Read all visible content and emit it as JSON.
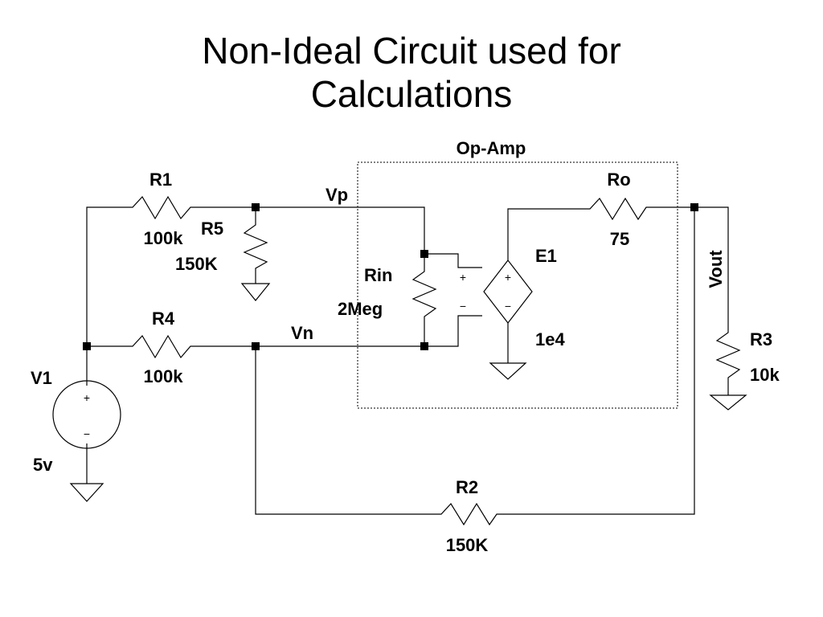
{
  "title": {
    "line1": "Non-Ideal Circuit used for",
    "line2": "Calculations"
  },
  "diagram": {
    "opamp_box_label": "Op-Amp",
    "components": {
      "r1": {
        "name": "R1",
        "value": "100k"
      },
      "r2": {
        "name": "R2",
        "value": "150K"
      },
      "r3": {
        "name": "R3",
        "value": "10k"
      },
      "r4": {
        "name": "R4",
        "value": "100k"
      },
      "r5": {
        "name": "R5",
        "value": "150K"
      },
      "rin": {
        "name": "Rin",
        "value": "2Meg"
      },
      "ro": {
        "name": "Ro",
        "value": "75"
      },
      "e1": {
        "name": "E1",
        "value": "1e4"
      },
      "v1": {
        "name": "V1",
        "value": "5v"
      }
    },
    "nets": {
      "vp": "Vp",
      "vn": "Vn",
      "vout": "Vout"
    },
    "symbols": {
      "plus": "+",
      "minus": "−"
    }
  }
}
